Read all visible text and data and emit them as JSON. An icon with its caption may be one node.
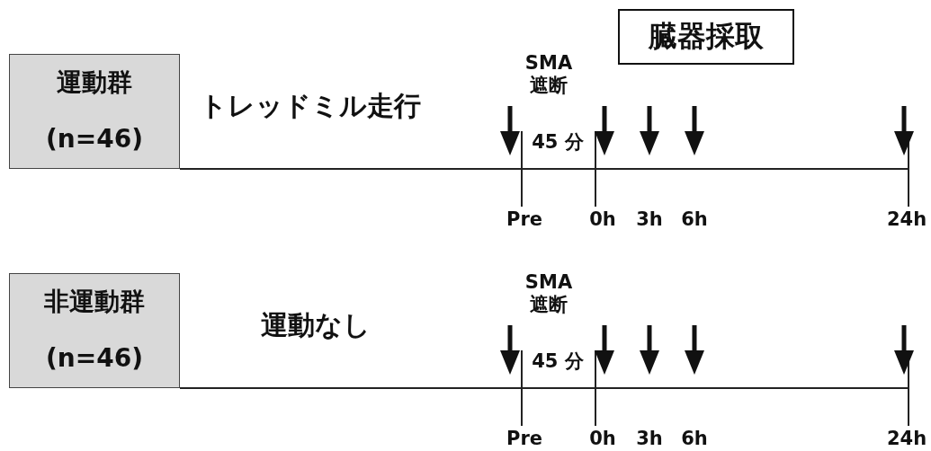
{
  "diagram": {
    "nodes": [
      {
        "text": [
          "臓器採取"
        ]
      },
      {
        "text": [
          "運動群",
          "(n=46)"
        ]
      },
      {
        "text": [
          "非運動群",
          "(n=46)"
        ]
      }
    ],
    "labels": [
      "SMA 遮断",
      "トレッドミル走行",
      "45 分",
      "Pre",
      "0h",
      "3h",
      "6h",
      "24h",
      "SMA 遮断",
      "運動なし",
      "45 分",
      "Pre",
      "0h",
      "3h",
      "6h",
      "24h"
    ]
  }
}
